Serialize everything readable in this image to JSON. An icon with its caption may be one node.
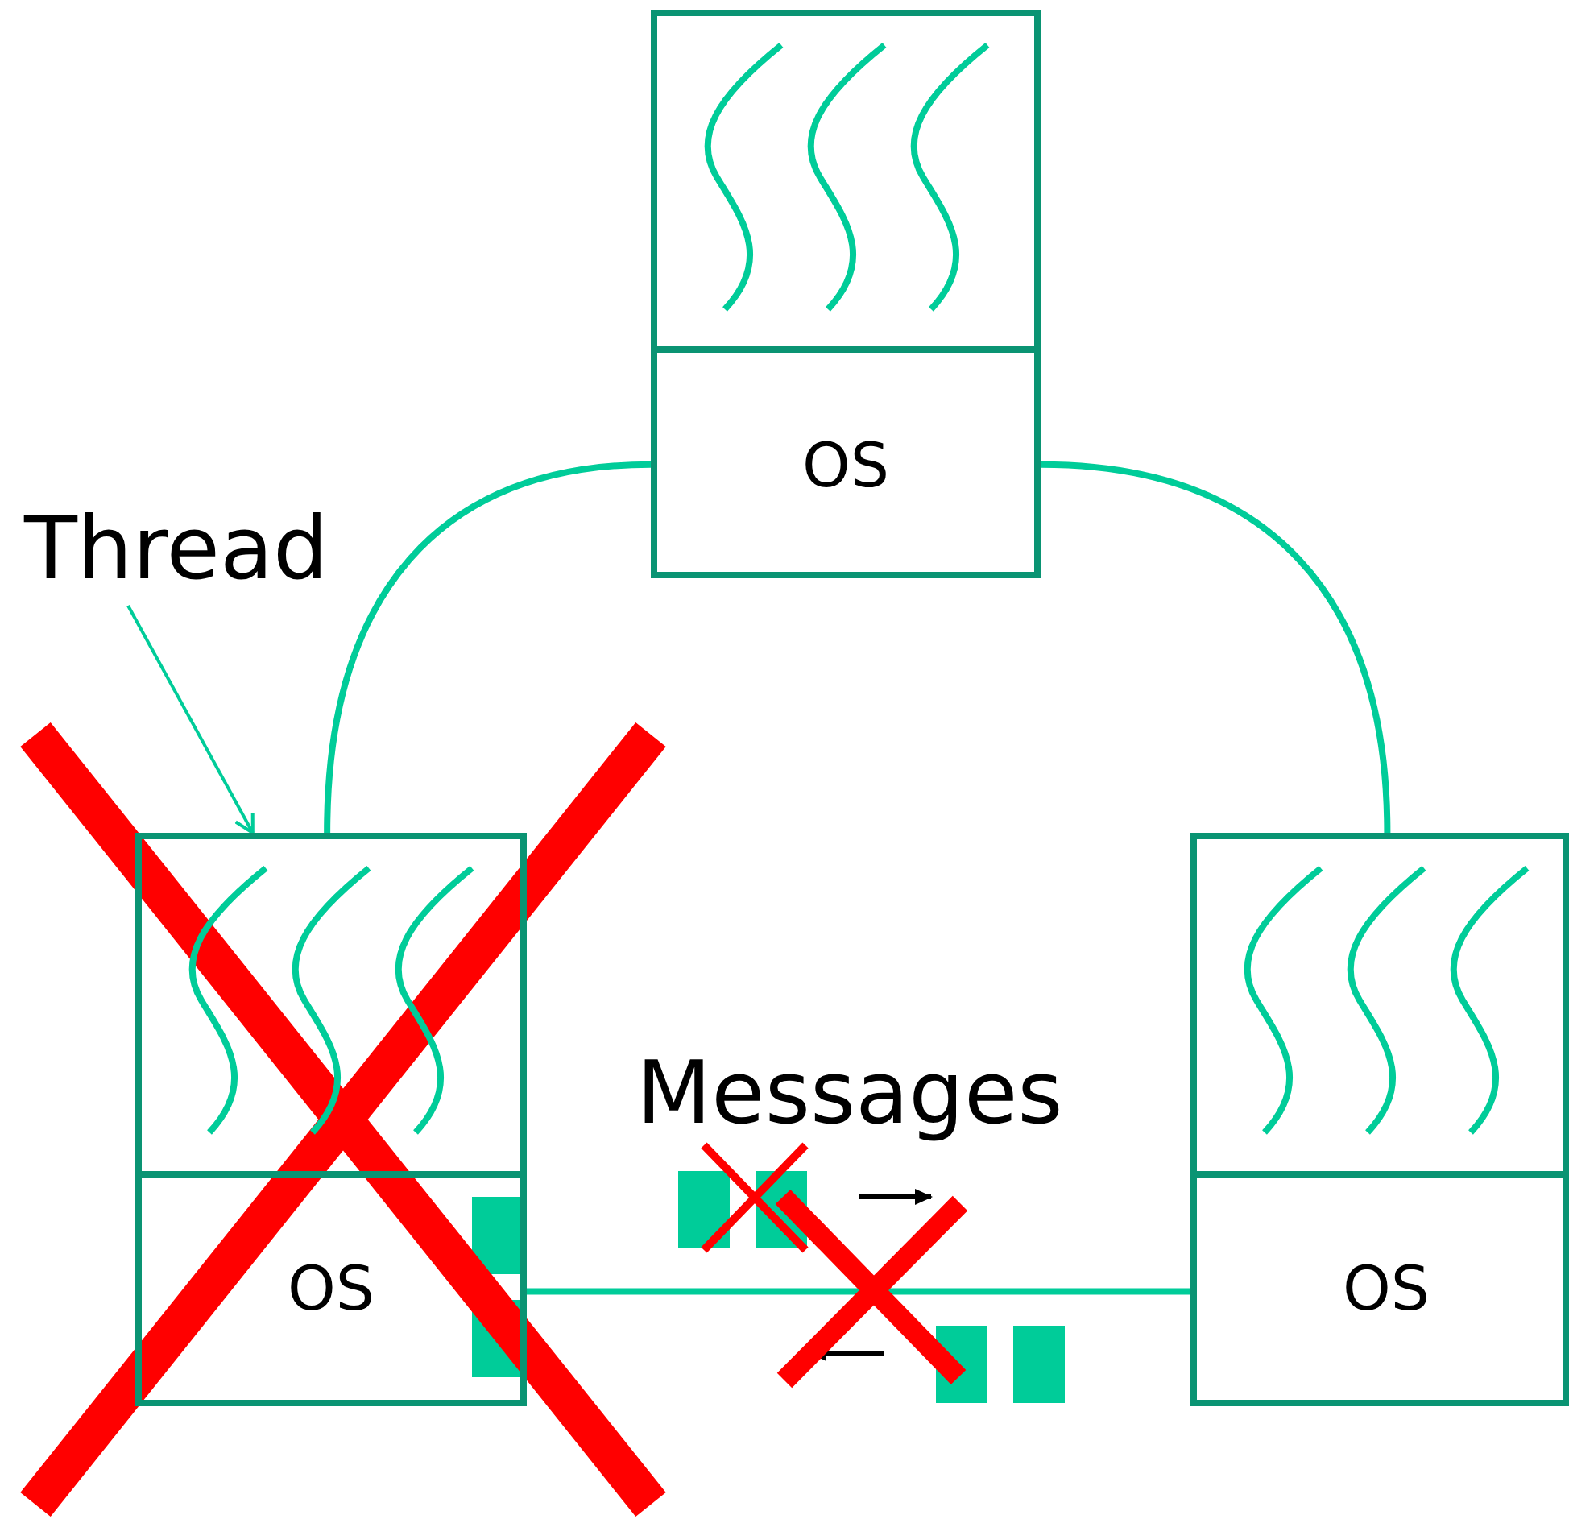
{
  "diagram": {
    "nodes": [
      {
        "text": [],
        "shape": "box"
      },
      {
        "text": [
          "OS"
        ],
        "in": 0
      },
      {
        "text": [],
        "shape": "box"
      },
      {
        "text": [
          "OS"
        ],
        "in": 2
      },
      {
        "text": [],
        "shape": "box"
      },
      {
        "text": [
          "OS"
        ],
        "in": 4
      },
      {
        "text": [
          "Thread"
        ]
      }
    ],
    "edges": [
      {
        "from": 0,
        "to": 2,
        "arrow": "none"
      },
      {
        "from": 0,
        "to": 4,
        "arrow": "none"
      },
      {
        "from": 2,
        "to": 4,
        "arrow": "none"
      },
      {
        "from": 6,
        "to": 2,
        "arrow": "to"
      }
    ],
    "labels": [
      "Messages"
    ]
  }
}
